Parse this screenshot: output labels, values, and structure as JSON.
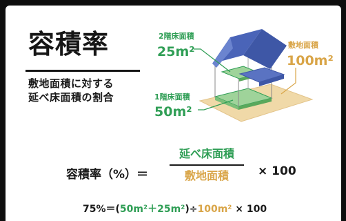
{
  "header": {
    "title": "容積率",
    "subtitle_line1": "敷地面積に対する",
    "subtitle_line2": "延べ床面積の割合"
  },
  "diagram": {
    "floor2": {
      "label": "2階床面積",
      "value": "25m²"
    },
    "floor1": {
      "label": "1階床面積",
      "value": "50m²"
    },
    "site": {
      "label": "敷地面積",
      "value": "100m²"
    }
  },
  "formula": {
    "left": "容積率（%）＝",
    "numerator": "延べ床面積",
    "denominator": "敷地面積",
    "multiplier": "× 100"
  },
  "example": {
    "result": "75%",
    "eq_open": "＝(",
    "floor1": "50m²",
    "plus": "＋",
    "floor2": "25m²",
    "close_div": ")÷",
    "site": "100m²",
    "mult": "× 100"
  },
  "colors": {
    "floor": "#2f9e55",
    "floor_fill": "#9fd39a",
    "roof": "#3e57a6",
    "site": "#d9a548",
    "site_fill": "#f0d9a8"
  }
}
